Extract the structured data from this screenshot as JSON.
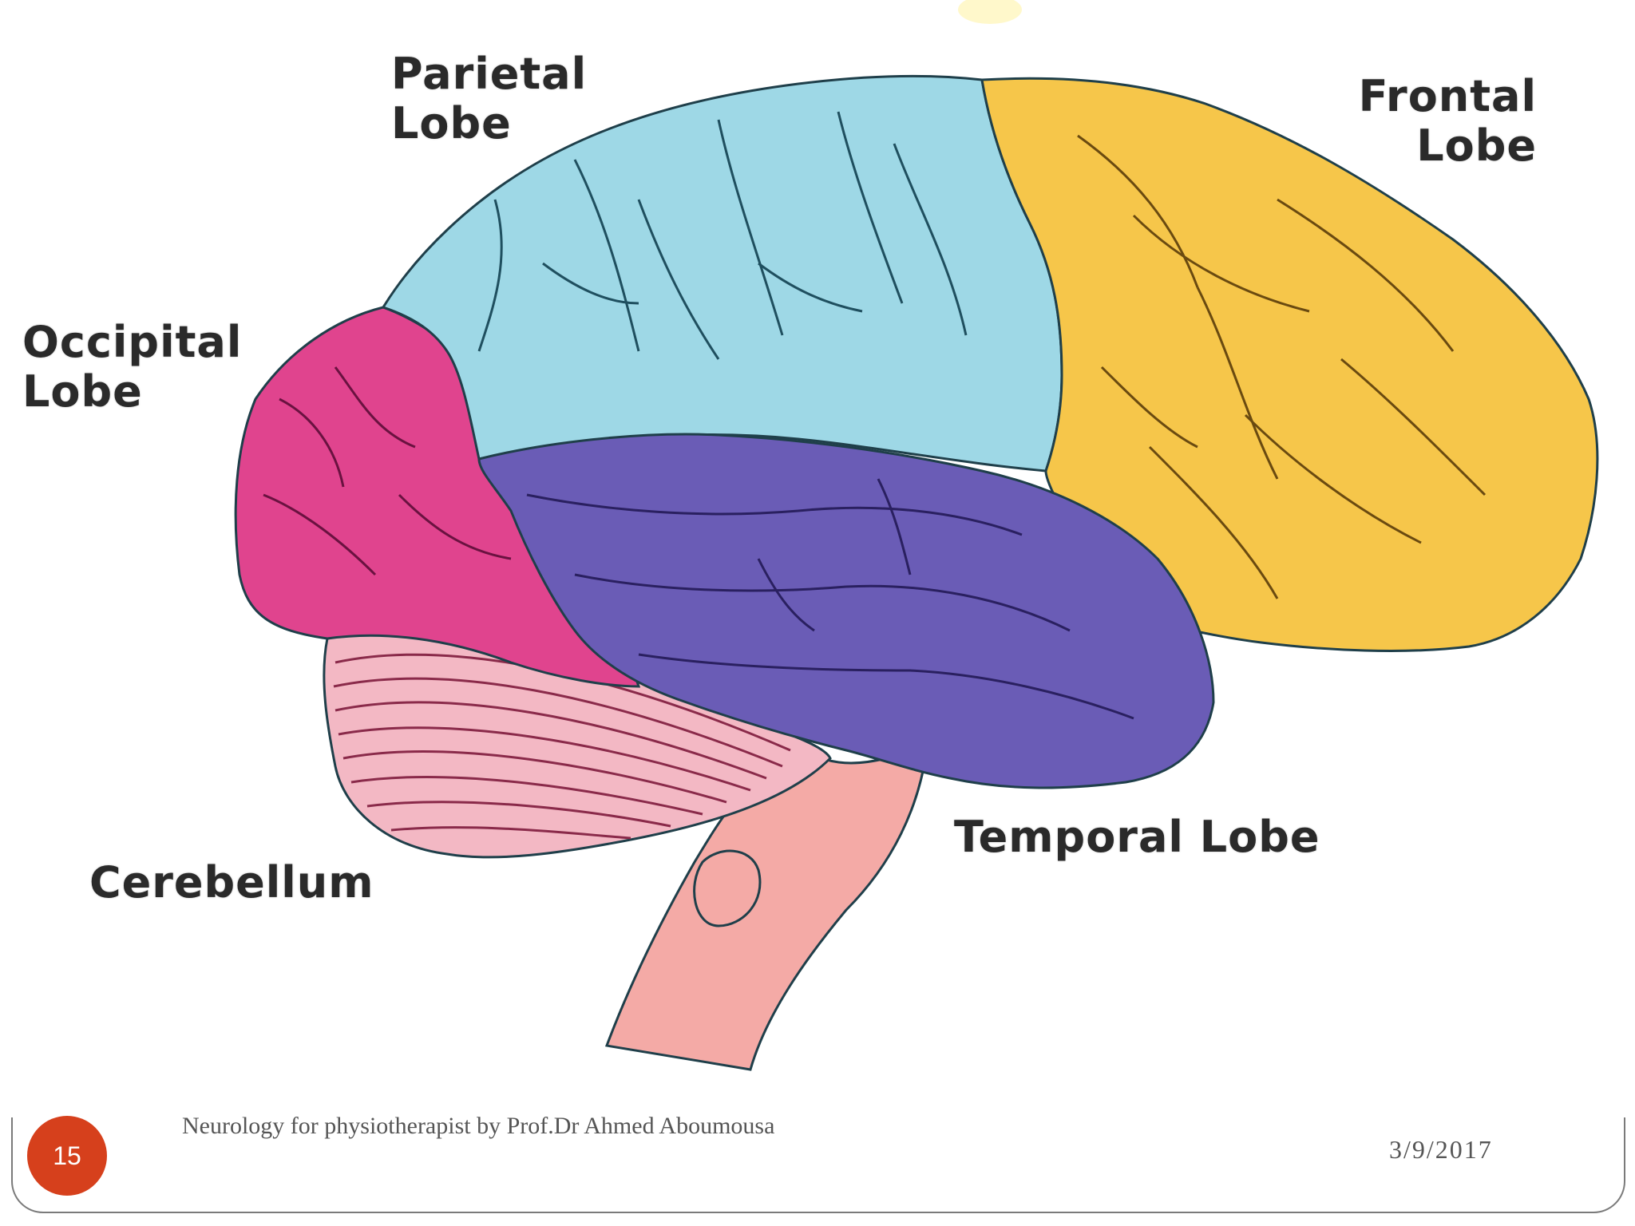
{
  "diagram": {
    "labels": {
      "parietal": [
        "Parietal",
        "Lobe"
      ],
      "frontal": [
        "Frontal",
        "Lobe"
      ],
      "occipital": [
        "Occipital",
        "Lobe"
      ],
      "temporal": "Temporal Lobe",
      "cerebellum": "Cerebellum"
    },
    "colors": {
      "parietal": "#9ed8e6",
      "frontal": "#f6c64a",
      "occipital": "#e0448e",
      "temporal": "#6a5cb6",
      "cerebellum": "#f3b8c4",
      "brainstem": "#f4aaa6",
      "outline": "#1f3f4a"
    }
  },
  "footer": {
    "page_number": "15",
    "credit": "Neurology for physiotherapist by Prof.Dr Ahmed Aboumousa",
    "date": "3/9/2017",
    "accent_color": "#d6401c"
  }
}
